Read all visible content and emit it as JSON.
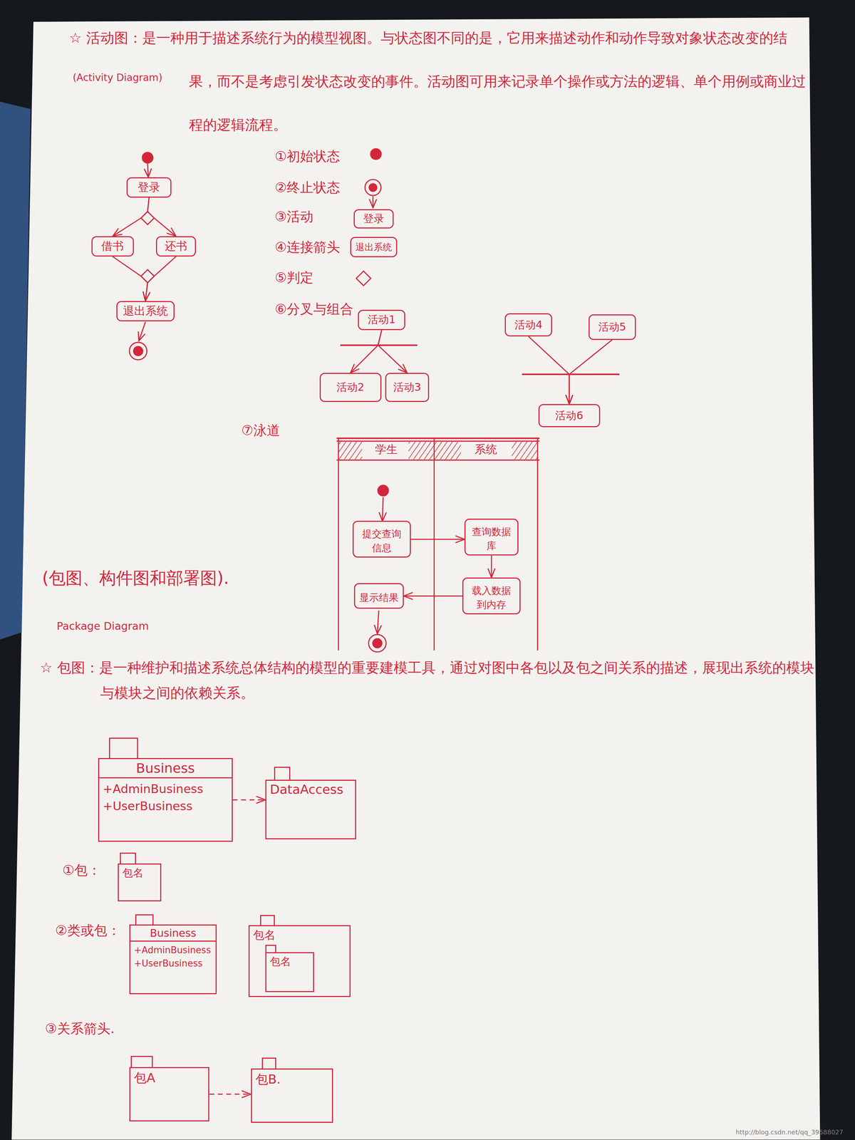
{
  "diagram": {
    "nodes": [
      {
        "text": [
          "登录"
        ]
      },
      {
        "text": [
          "借书"
        ]
      },
      {
        "text": [
          "还书"
        ]
      },
      {
        "text": [
          "退出系统"
        ]
      },
      {
        "text": [
          "登录"
        ]
      },
      {
        "text": [
          "退出系统"
        ]
      },
      {
        "text": [
          "活动1"
        ]
      },
      {
        "text": [
          "活动2"
        ]
      },
      {
        "text": [
          "活动3"
        ]
      },
      {
        "text": [
          "活动4"
        ]
      },
      {
        "text": [
          "活动5"
        ]
      },
      {
        "text": [
          "活动6"
        ]
      },
      {
        "text": [
          "学生"
        ]
      },
      {
        "text": [
          "系统"
        ]
      },
      {
        "text": [
          "提交查询信息"
        ],
        "in": 12
      },
      {
        "text": [
          "查询数据库"
        ],
        "in": 13
      },
      {
        "text": [
          "显示结果"
        ],
        "in": 12
      },
      {
        "text": [
          "载入数据到内存"
        ],
        "in": 13
      },
      {
        "text": [
          "Business",
          "+AdminBusiness",
          "+UserBusiness"
        ]
      },
      {
        "text": [
          "DataAccess"
        ]
      },
      {
        "text": [
          "包名"
        ]
      },
      {
        "text": [
          "Business",
          "+AdminBusiness",
          "+UserBusiness"
        ]
      },
      {
        "text": [
          "包名"
        ]
      },
      {
        "text": [
          "包名"
        ],
        "in": 22
      },
      {
        "text": [
          "包A"
        ]
      },
      {
        "text": [
          "包B."
        ]
      }
    ],
    "edges": [
      {
        "from": 0,
        "to": 1,
        "arrow": "to"
      },
      {
        "from": 0,
        "to": 2,
        "arrow": "to"
      },
      {
        "from": 1,
        "to": 3,
        "arrow": "to"
      },
      {
        "from": 2,
        "to": 3,
        "arrow": "to"
      },
      {
        "from": 6,
        "to": 7,
        "arrow": "to"
      },
      {
        "from": 6,
        "to": 8,
        "arrow": "to"
      },
      {
        "from": 9,
        "to": 11,
        "arrow": "to"
      },
      {
        "from": 10,
        "to": 11,
        "arrow": "to"
      },
      {
        "from": 14,
        "to": 15,
        "arrow": "to"
      },
      {
        "from": 15,
        "to": 17,
        "arrow": "to"
      },
      {
        "from": 17,
        "to": 16,
        "arrow": "to"
      },
      {
        "from": 18,
        "to": 19,
        "arrow": "to"
      },
      {
        "from": 24,
        "to": 25,
        "arrow": "to"
      }
    ],
    "labels": [
      "☆ 活动图：是一种用于描述系统行为的模型视图。与状态图不同的是，它用来描述动作和动作导致对象状态改变的结果，而不是考虑引发状态改变的事件。活动图可用来记录单个操作或方法的逻辑、单个用例或商业过程的逻辑流程。",
      "(Activity Diagram)",
      "①初始状态",
      "②终止状态",
      "③活动",
      "④连接箭头",
      "⑤判定",
      "⑥分叉与组合",
      "⑦泳道",
      "(包图、构件图和部署图).",
      "Package Diagram",
      "☆ 包图：是一种维护和描述系统总体结构的模型的重要建模工具，通过对图中各包以及包之间关系的描述，展现出系统的模块与模块之间的依赖关系。",
      "①包：",
      "②类或包：",
      "③关系箭头.",
      "http://blog.csdn.net/qq_39588027"
    ]
  }
}
